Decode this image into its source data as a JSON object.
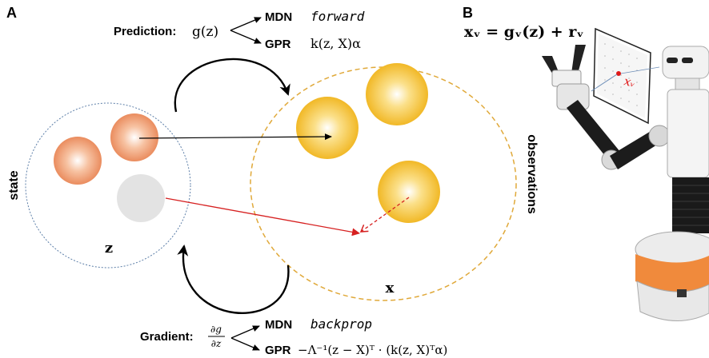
{
  "panel_a": {
    "label": "A",
    "state_label": "state",
    "observations_label": "observations",
    "z_label": "z",
    "x_label": "x",
    "prediction": {
      "label": "Prediction:",
      "expr": "g(z)",
      "branches": [
        {
          "method": "MDN",
          "detail": "forward"
        },
        {
          "method": "GPR",
          "detail": "k(z, X)α"
        }
      ]
    },
    "gradient": {
      "label": "Gradient:",
      "frac_num": "∂g",
      "frac_den": "∂z",
      "branches": [
        {
          "method": "MDN",
          "detail": "backprop"
        },
        {
          "method": "GPR",
          "detail": "−Λ⁻¹(z − X)ᵀ · (k(z, X)ᵀα)"
        }
      ]
    }
  },
  "panel_b": {
    "label": "B",
    "equation": "xᵥ = gᵥ(z) + rᵥ",
    "screen_mark": "xᵥ"
  },
  "colors": {
    "state_ball": "#ee9a6e",
    "obs_ball": "#f4c23c",
    "inactive_ball": "#e3e3e3",
    "obs_circle": "#e0a93a",
    "state_circle": "#5d7fa8",
    "gradient_arrow": "#d62020"
  }
}
